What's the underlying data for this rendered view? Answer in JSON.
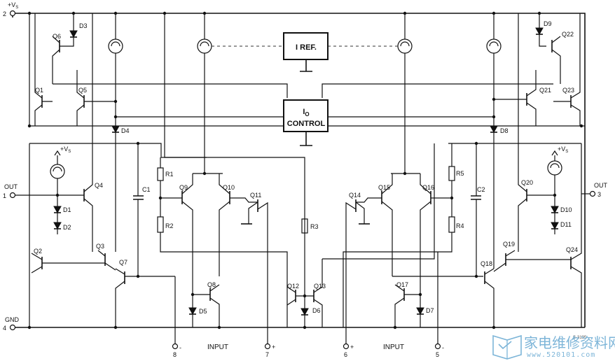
{
  "blocks": {
    "iref": "I REF.",
    "io_main": "I",
    "io_sub": "O",
    "io_control": "CONTROL"
  },
  "pins": {
    "vs": {
      "label": "+V",
      "sub": "S",
      "number": "2"
    },
    "out1": {
      "label": "OUT",
      "number": "1"
    },
    "gnd": {
      "label": "GND",
      "number": "4"
    },
    "out3": {
      "label": "OUT",
      "number": "3"
    },
    "p8": {
      "label": "-",
      "number": "8"
    },
    "p7": {
      "label": "+",
      "number": "7"
    },
    "p6": {
      "label": "+",
      "number": "6"
    },
    "p5": {
      "label": "-",
      "number": "5"
    },
    "input_left": "INPUT",
    "input_right": "INPUT"
  },
  "local_supply": {
    "label": "+V",
    "sub": "S"
  },
  "transistors": [
    "Q1",
    "Q2",
    "Q3",
    "Q4",
    "Q5",
    "Q6",
    "Q7",
    "Q8",
    "Q9",
    "Q10",
    "Q11",
    "Q12",
    "Q13",
    "Q14",
    "Q15",
    "Q16",
    "Q17",
    "Q18",
    "Q19",
    "Q20",
    "Q21",
    "Q22",
    "Q23",
    "Q24"
  ],
  "diodes": [
    "D1",
    "D2",
    "D3",
    "D4",
    "D5",
    "D6",
    "D7",
    "D8",
    "D9",
    "D10",
    "D11"
  ],
  "resistors": [
    "R1",
    "R2",
    "R3",
    "R4",
    "R5"
  ],
  "capacitors": [
    "C1",
    "C2"
  ],
  "drawing_code": "S-3195",
  "watermark": {
    "title": "家电维修资料网",
    "url": "www.520101.com"
  },
  "colors": {
    "ink": "#111111",
    "watermark": "#7db5d8"
  }
}
